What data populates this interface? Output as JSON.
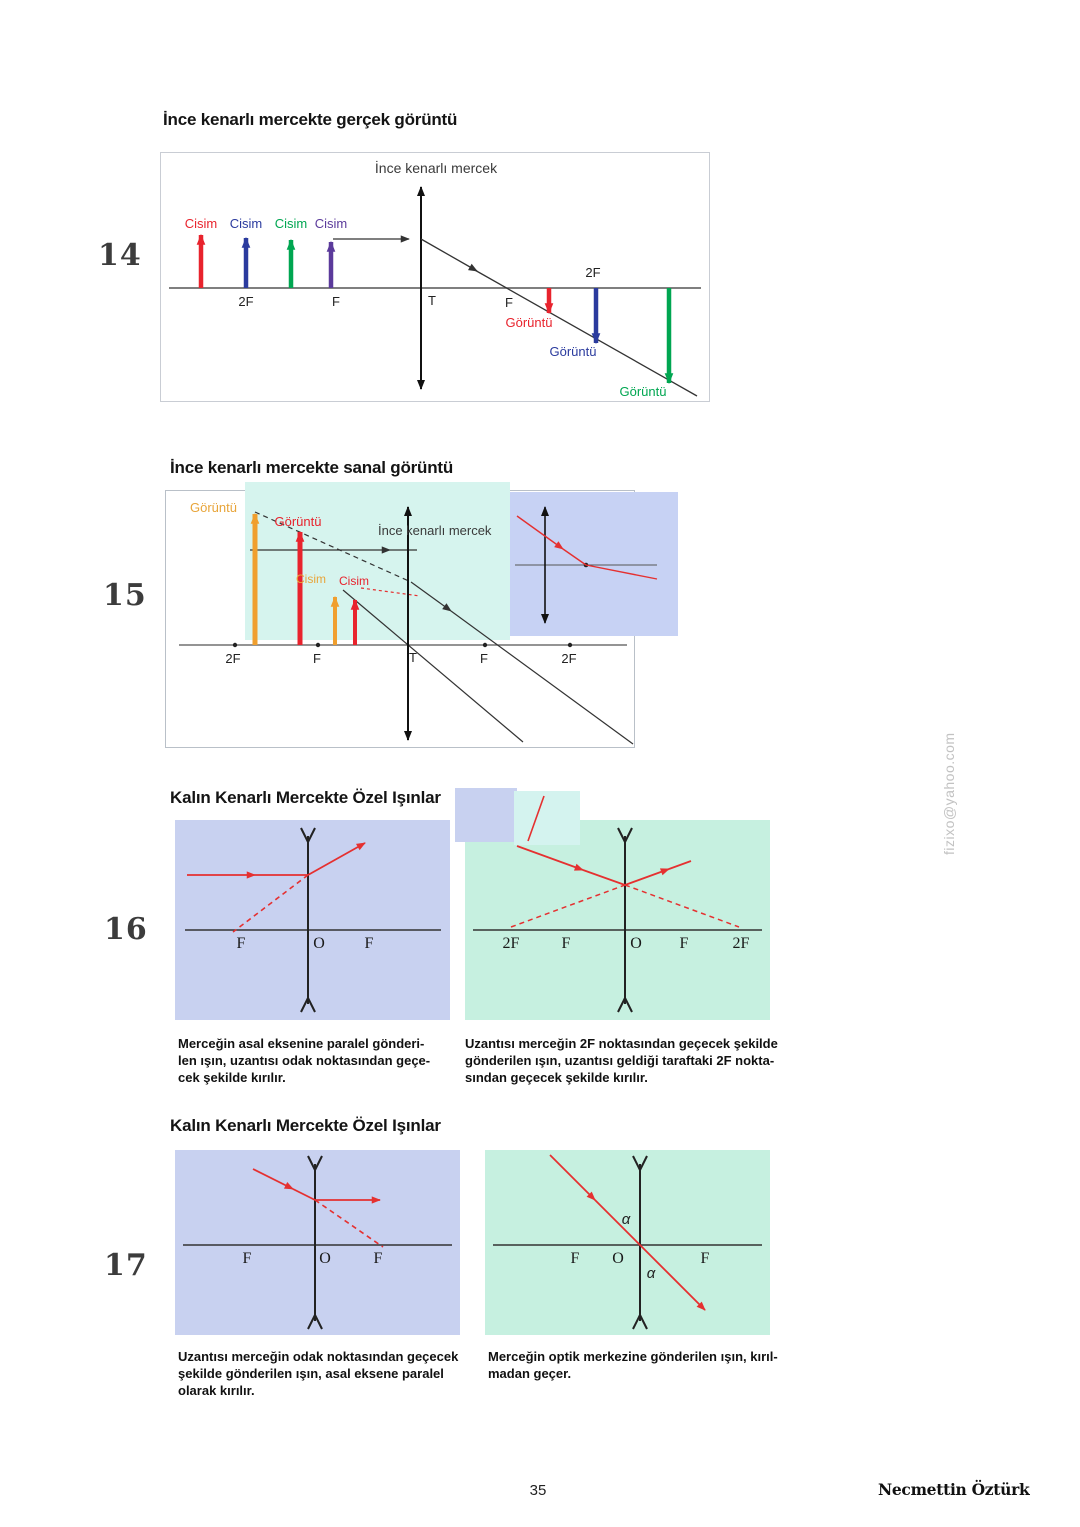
{
  "page": {
    "watermark": "fizixo@yahoo.com",
    "page_number": "35",
    "author": "Necmettin Öztürk"
  },
  "colors": {
    "red": "#e8232d",
    "blue": "#2b3b9e",
    "green": "#00a651",
    "purple": "#5b3a9b",
    "orange": "#f09f2e",
    "ray_red": "#e53030",
    "lavender_panel": "#c8d1f0",
    "mint_panel": "#c6f0e0",
    "cyan_highlight": "#d6f4ee",
    "blue_highlight": "#c7d2f4"
  },
  "section14": {
    "number": "14",
    "heading": "İnce kenarlı mercekte gerçek görüntü",
    "lens_title": "İnce kenarlı mercek",
    "object_labels": [
      "Cisim",
      "Cisim",
      "Cisim",
      "Cisim"
    ],
    "axis_labels": [
      "2F",
      "F",
      "T",
      "F",
      "2F"
    ],
    "image_labels": [
      "Görüntü",
      "Görüntü",
      "Görüntü"
    ]
  },
  "section15": {
    "number": "15",
    "heading": "İnce kenarlı mercekte sanal görüntü",
    "lens_title": "İnce kenarlı mercek",
    "goruntu_orange": "Görüntü",
    "goruntu_red": "Görüntü",
    "cisim_orange": "Cisim",
    "cisim_red": "Cisim",
    "axis_labels": [
      "2F",
      "F",
      "T",
      "F",
      "2F"
    ]
  },
  "section16": {
    "number": "16",
    "heading": "Kalın Kenarlı Mercekte Özel Işınlar",
    "left": {
      "axis_labels": [
        "F",
        "O",
        "F"
      ],
      "caption_lines": [
        "Merceğin asal eksenine paralel gönderi-",
        "len ışın, uzantısı odak noktasından geçe-",
        "cek şekilde kırılır."
      ]
    },
    "right": {
      "axis_labels": [
        "2F",
        "F",
        "O",
        "F",
        "2F"
      ],
      "caption_lines": [
        "Uzantısı merceğin 2F noktasından geçecek şekilde",
        "gönderilen ışın, uzantısı geldiği taraftaki 2F nokta-",
        "sından geçecek şekilde kırılır."
      ]
    }
  },
  "section17": {
    "number": "17",
    "heading": "Kalın Kenarlı Mercekte Özel Işınlar",
    "left": {
      "axis_labels": [
        "F",
        "O",
        "F"
      ],
      "caption_lines": [
        "Uzantısı merceğin odak noktasından geçecek",
        "şekilde gönderilen ışın, asal eksene paralel",
        "olarak kırılır."
      ]
    },
    "right": {
      "axis_labels": [
        "F",
        "O",
        "F"
      ],
      "alpha_top": "α",
      "alpha_bottom": "α",
      "caption_lines": [
        "Merceğin optik merkezine gönderilen ışın, kırıl-",
        "madan geçer."
      ]
    }
  }
}
